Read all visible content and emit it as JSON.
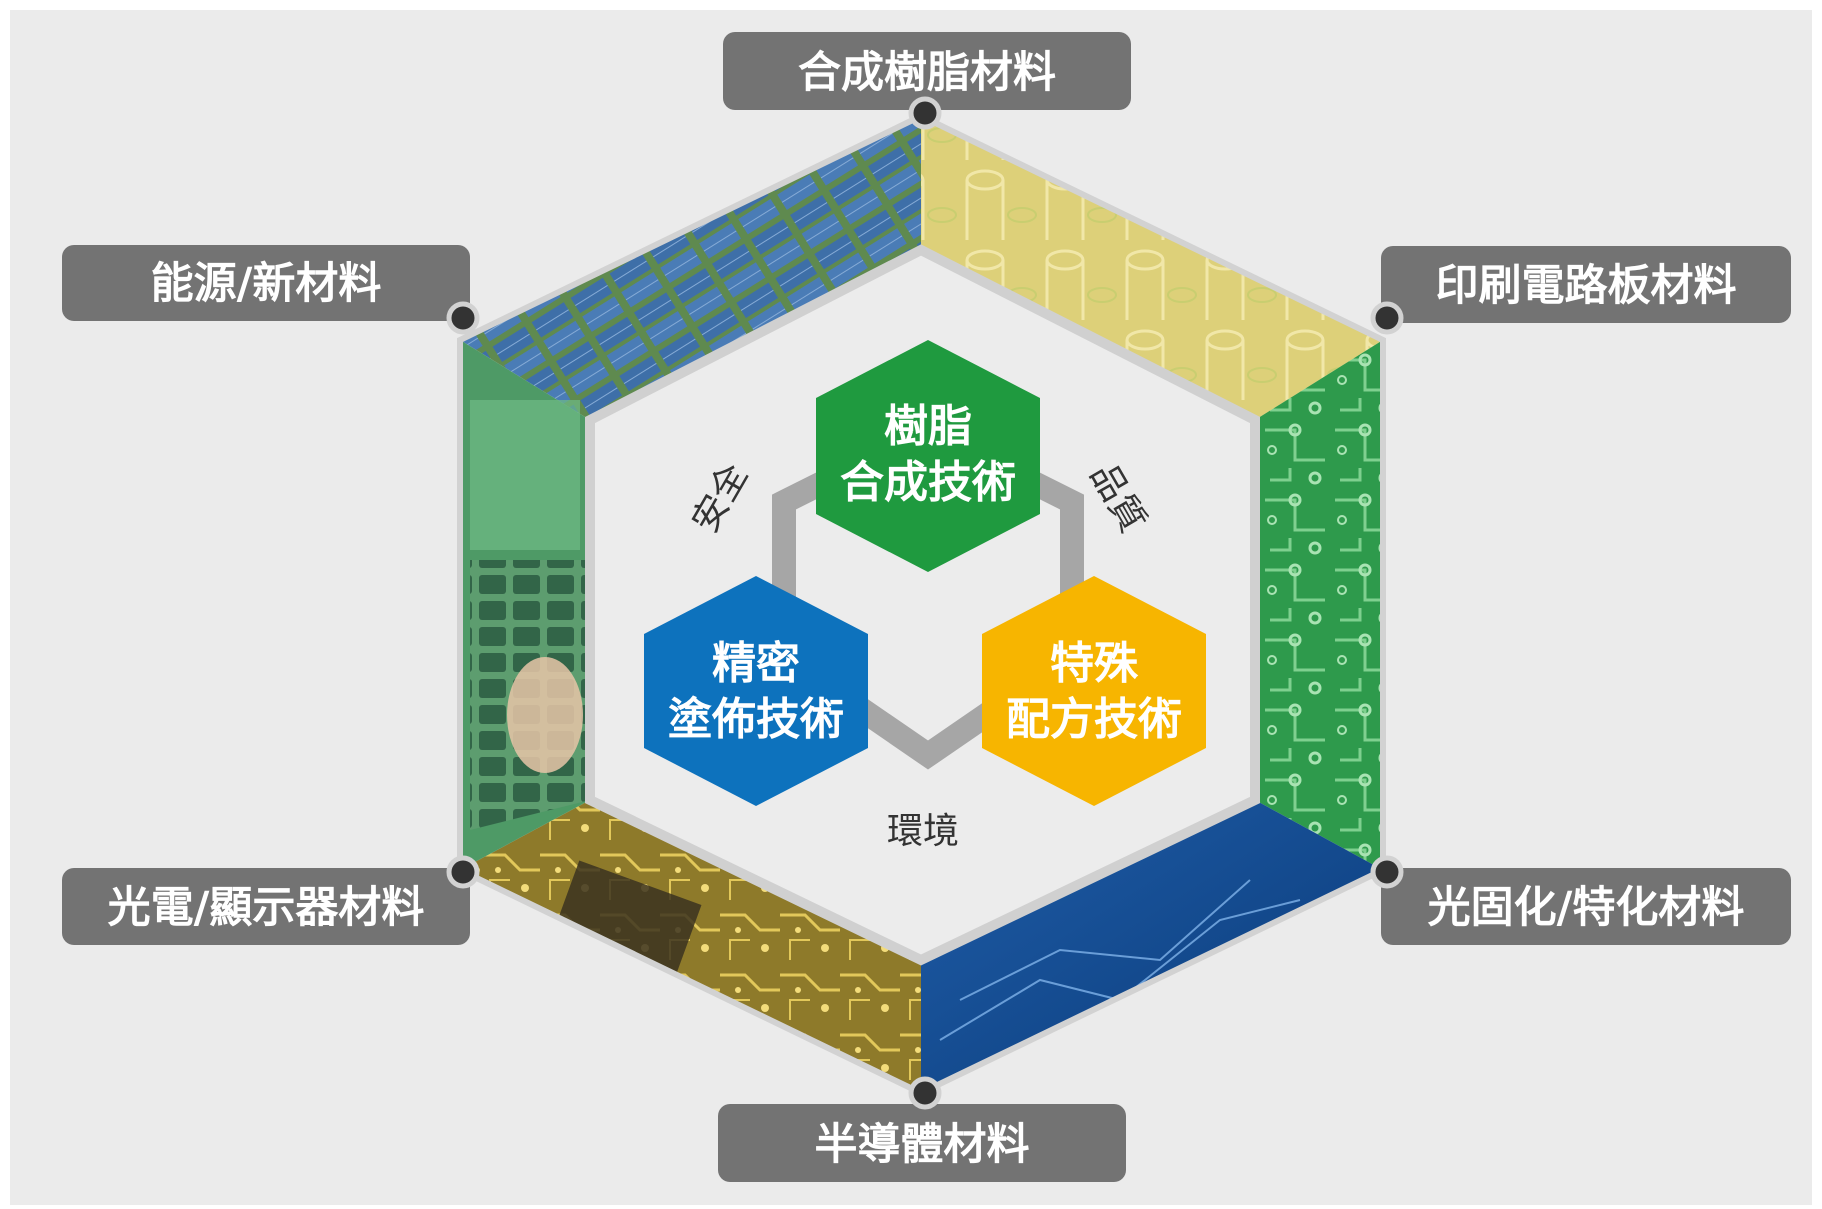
{
  "sectors": [
    {
      "id": "resin",
      "label": "合成樹脂材料"
    },
    {
      "id": "pcb",
      "label": "印刷電路板材料"
    },
    {
      "id": "uv",
      "label": "光固化/特化材料"
    },
    {
      "id": "semi",
      "label": "半導體材料"
    },
    {
      "id": "display",
      "label": "光電/顯示器材料"
    },
    {
      "id": "energy",
      "label": "能源/新材料"
    }
  ],
  "core": {
    "resin": {
      "line1": "樹脂",
      "line2": "合成技術",
      "color": "#1f9a3f"
    },
    "coating": {
      "line1": "精密",
      "line2": "塗佈技術",
      "color": "#0d72bd"
    },
    "formula": {
      "line1": "特殊",
      "line2": "配方技術",
      "color": "#f7b500"
    }
  },
  "values": {
    "safety": "安全",
    "quality": "品質",
    "environment": "環境"
  },
  "colors": {
    "background": "#ebebeb",
    "label_box": "#737373",
    "connector": "#a6a6a6"
  }
}
